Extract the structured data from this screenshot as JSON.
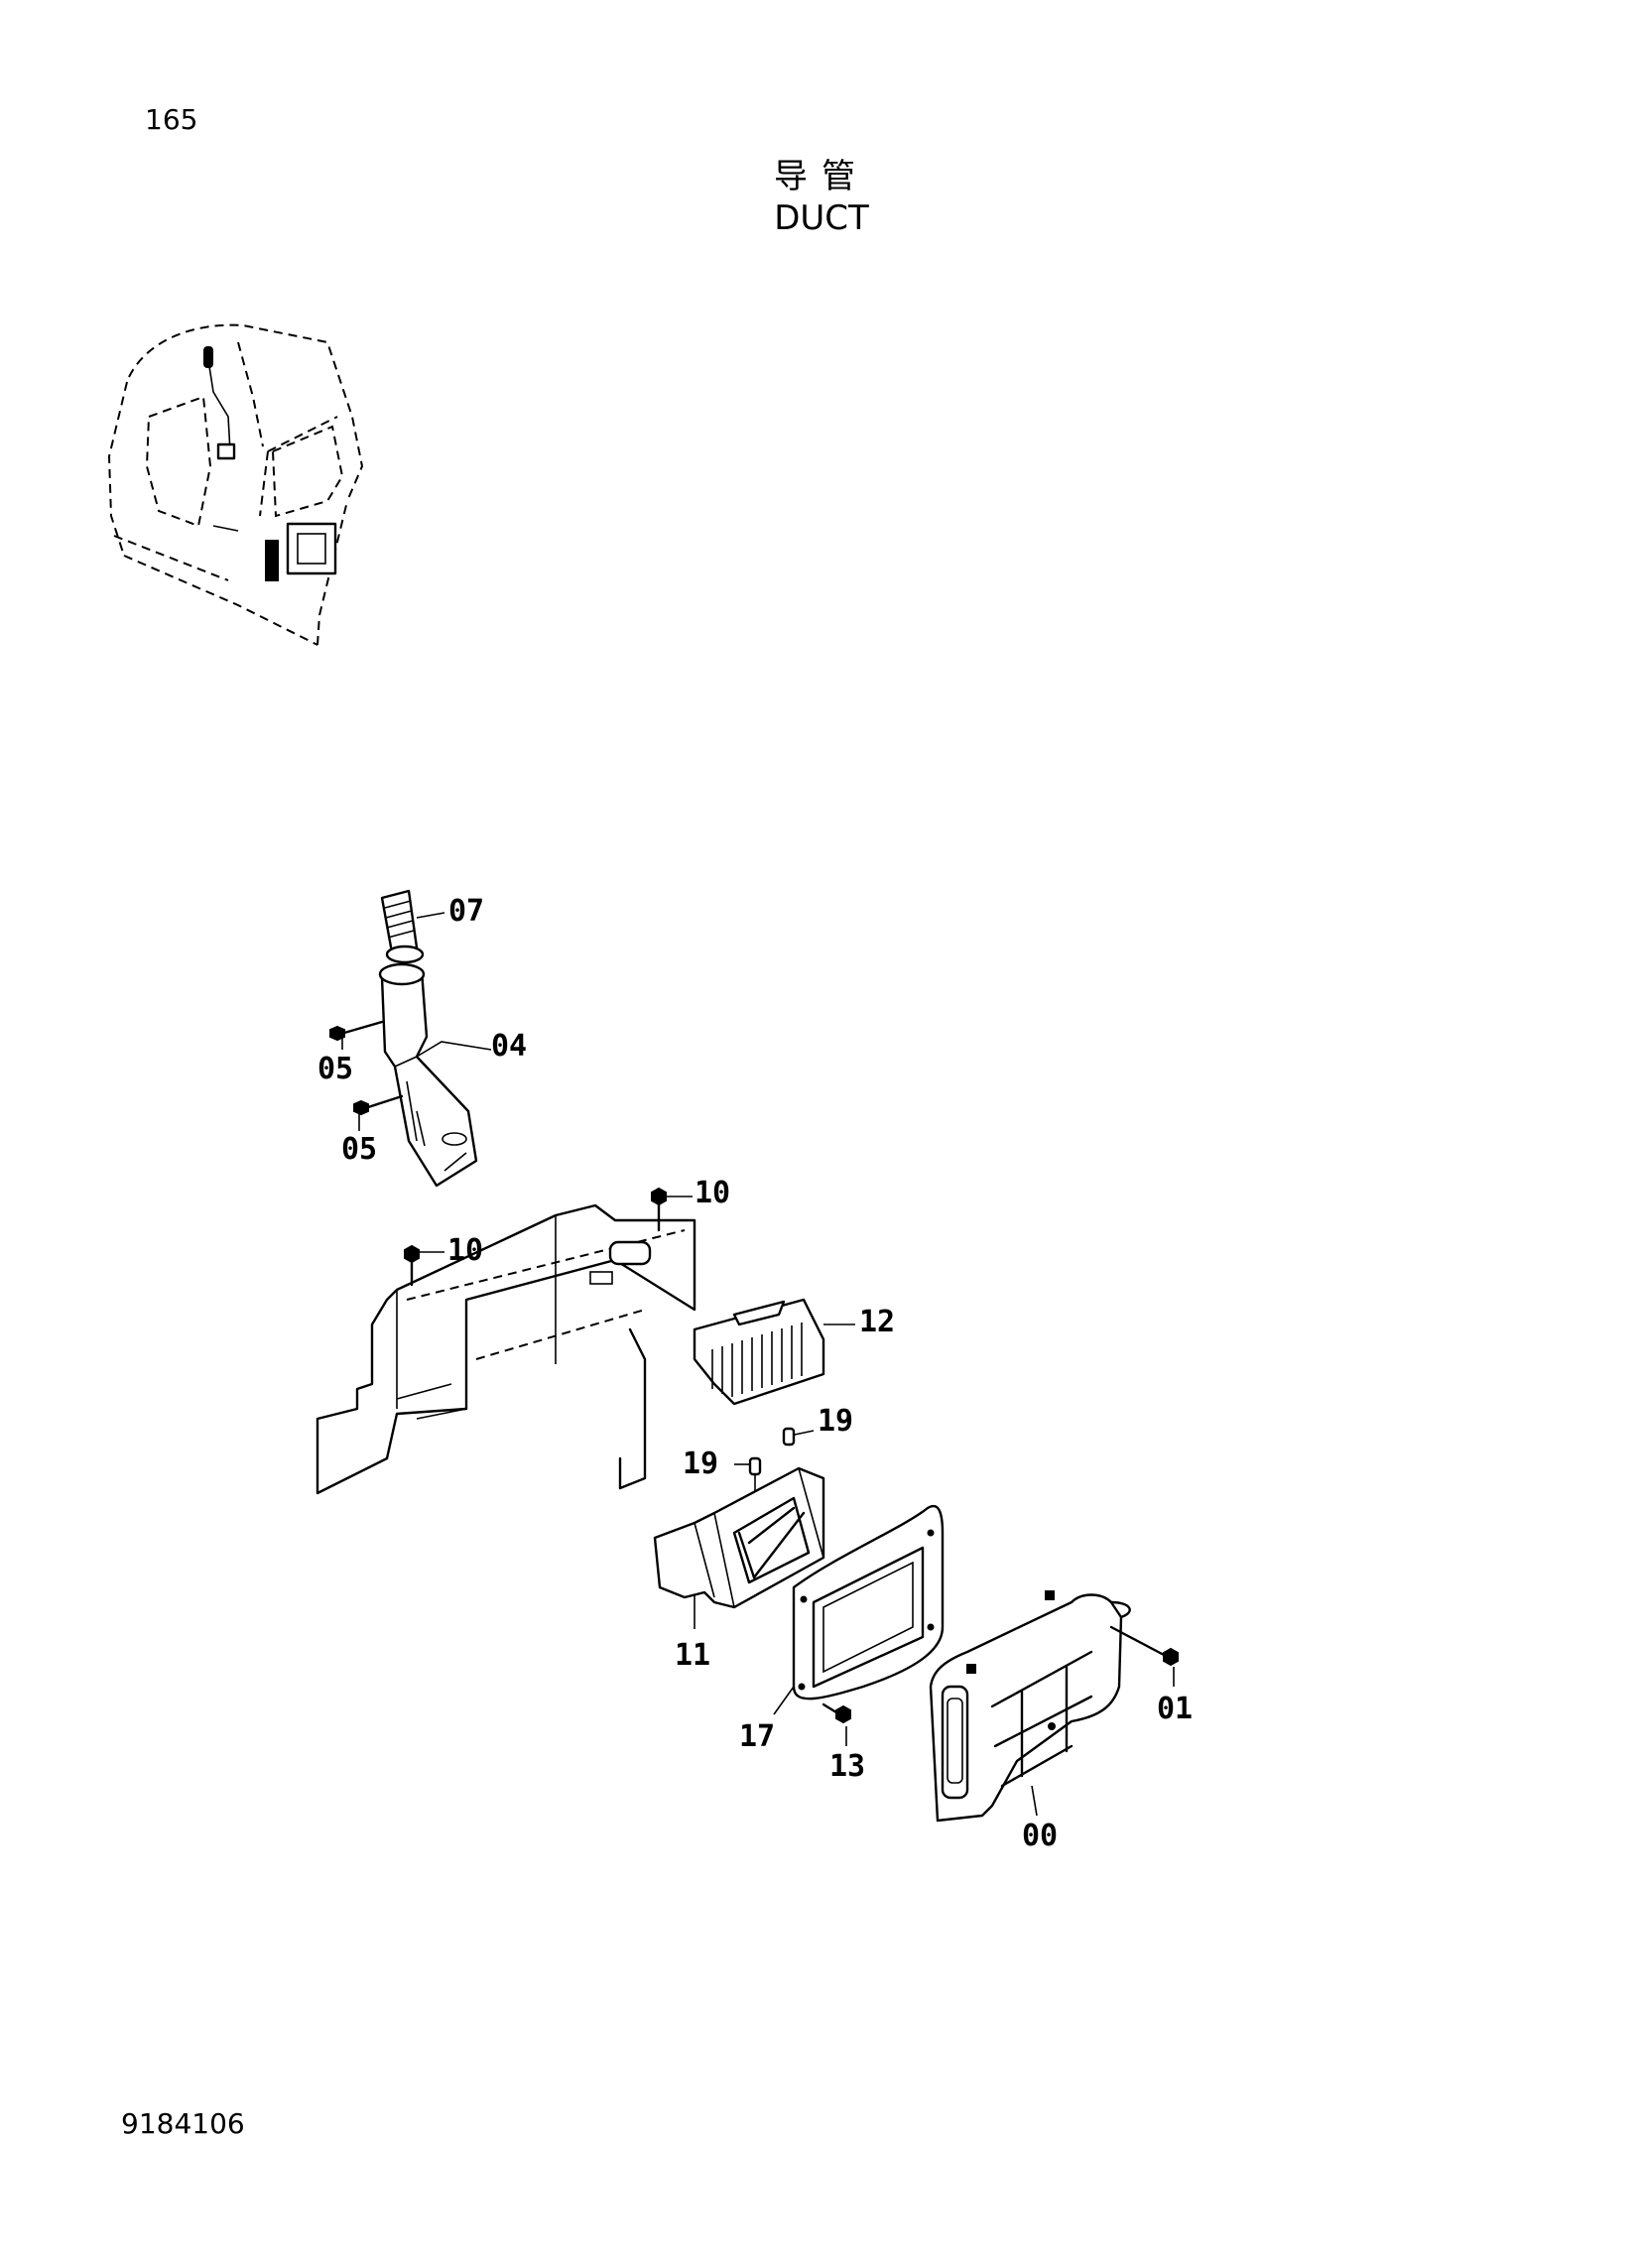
{
  "page_number": "165",
  "title_cn": "导管",
  "title_en": "DUCT",
  "doc_code": "9184106",
  "callouts": [
    "07",
    "04",
    "05",
    "05",
    "10",
    "10",
    "12",
    "19",
    "19",
    "11",
    "17",
    "13",
    "01",
    "00"
  ]
}
